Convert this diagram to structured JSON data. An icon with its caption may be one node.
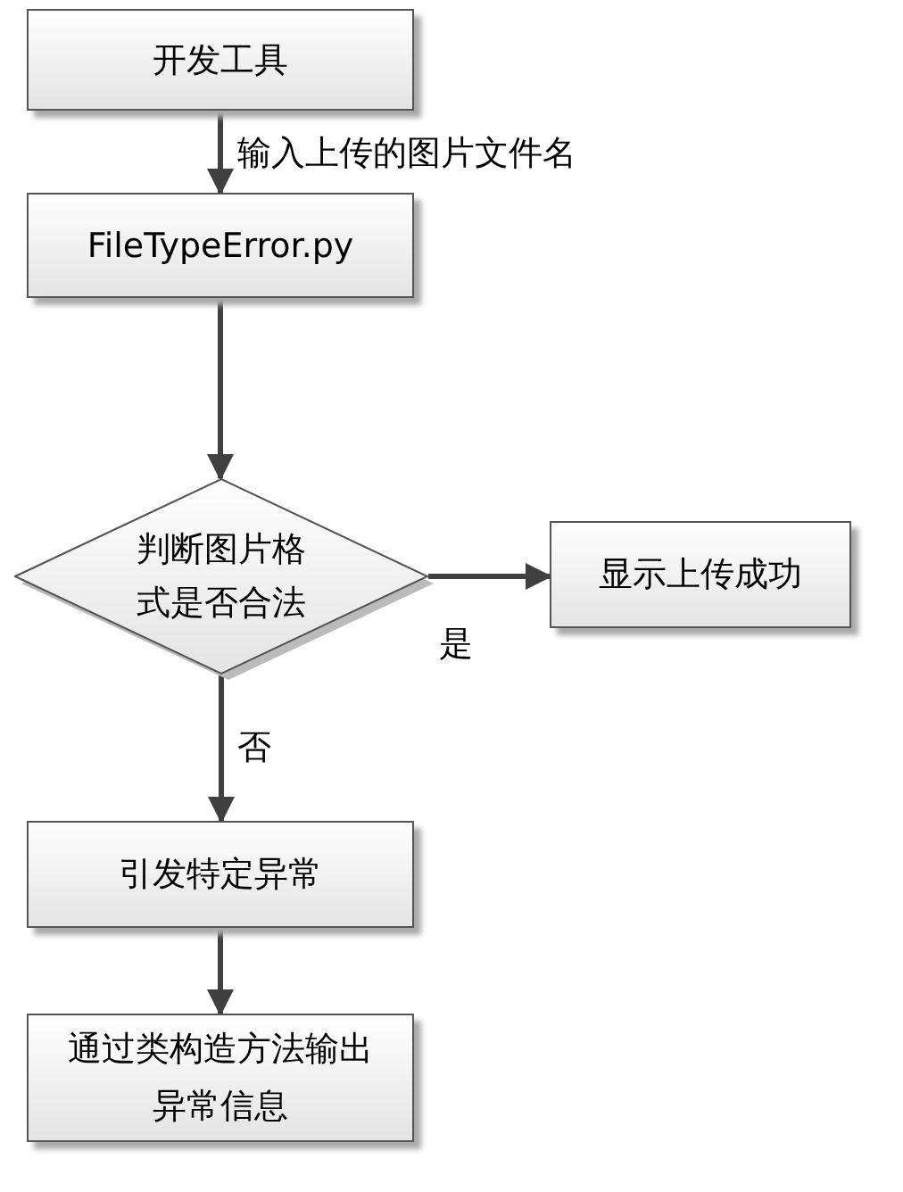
{
  "diagram": {
    "nodes": [
      {
        "text": [
          "开发工具"
        ]
      },
      {
        "text": [
          "FileTypeError.py"
        ]
      },
      {
        "text": [
          "判断图片格式是否合法"
        ]
      },
      {
        "text": [
          "显示上传成功"
        ]
      },
      {
        "text": [
          "引发特定异常"
        ]
      },
      {
        "text": [
          "通过类构造方法输出异常信息"
        ]
      }
    ],
    "edges": [
      {
        "from": 0,
        "to": 1,
        "arrow": "to",
        "label": "输入上传的图片文件名"
      },
      {
        "from": 1,
        "to": 2,
        "arrow": "to"
      },
      {
        "from": 2,
        "to": 3,
        "arrow": "to",
        "label": "是"
      },
      {
        "from": 2,
        "to": 4,
        "arrow": "to",
        "label": "否"
      },
      {
        "from": 4,
        "to": 5,
        "arrow": "to"
      }
    ]
  }
}
